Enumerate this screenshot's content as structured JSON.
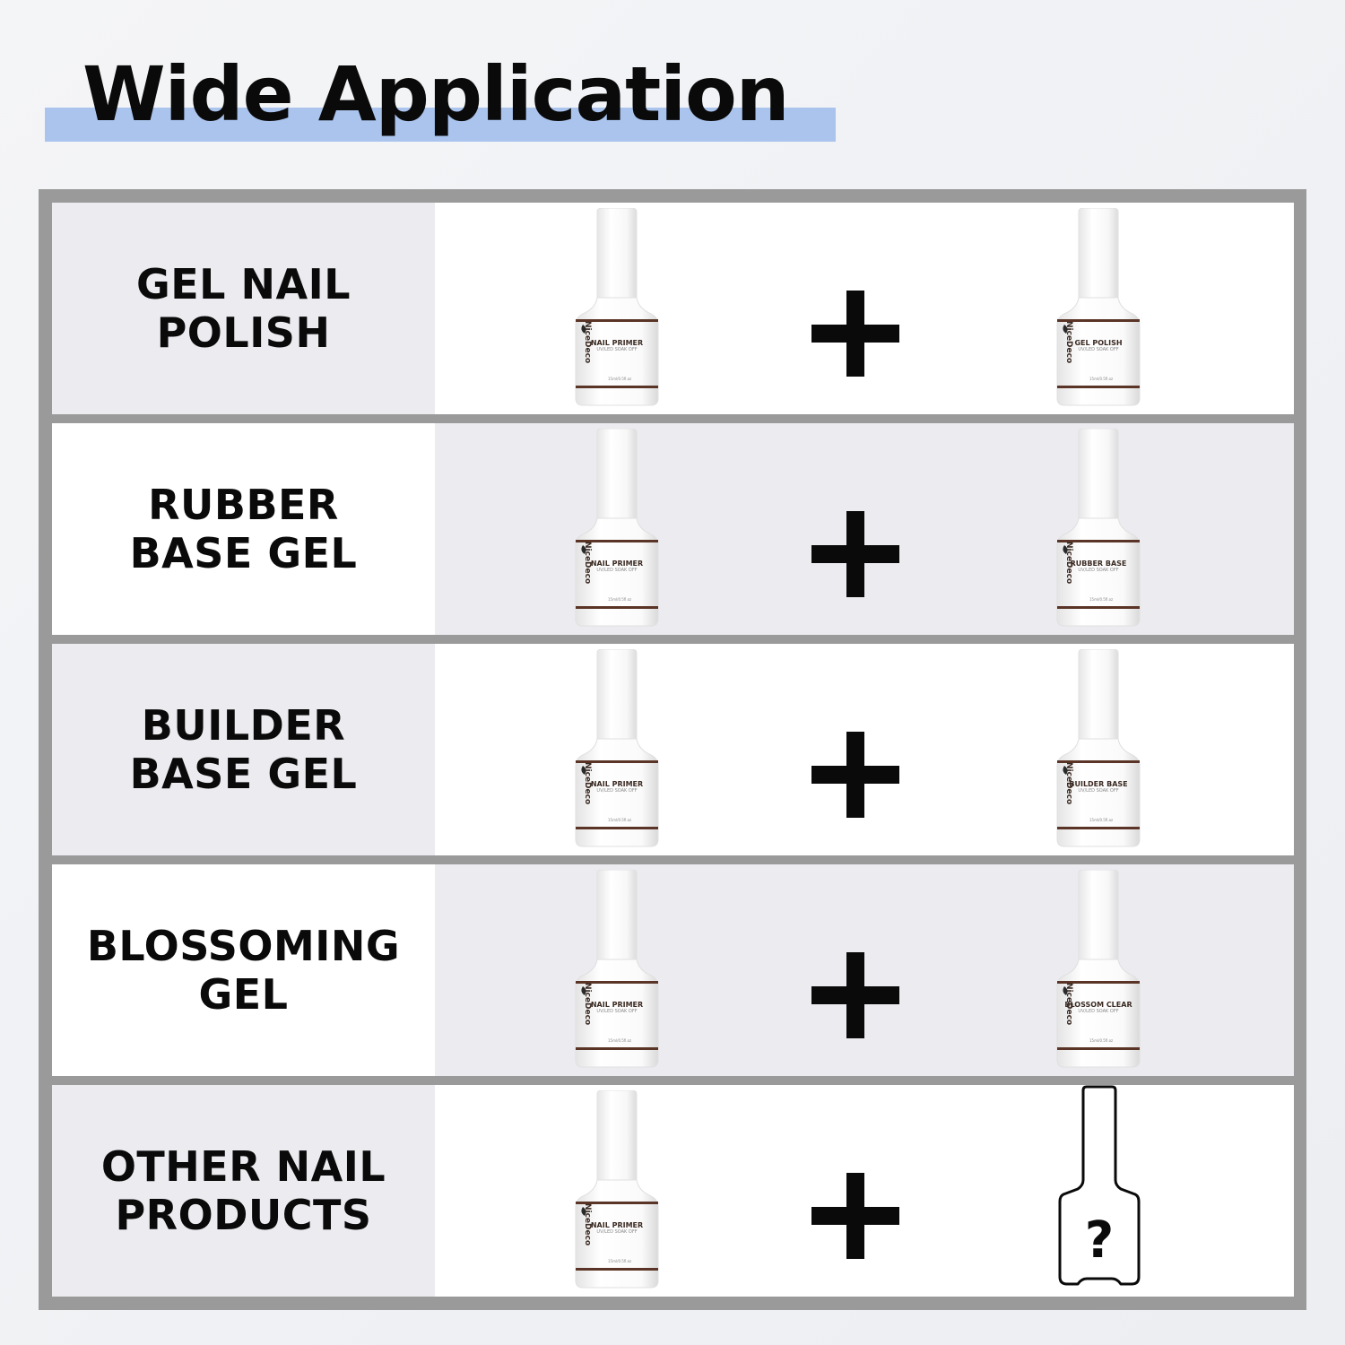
{
  "title": "Wide Application",
  "colors": {
    "highlight": "#aac4ee",
    "border": "#9a9a9a",
    "label_brown": "#5a3426"
  },
  "rows": [
    {
      "label": "GEL NAIL\nPOLISH",
      "left_bottle": {
        "name": "NAIL PRIMER",
        "sub": "UV/LED SOAK OFF",
        "vol": "15ml/0.5fl.oz"
      },
      "right_bottle": {
        "name": "GEL POLISH",
        "sub": "UV/LED SOAK OFF",
        "vol": "15ml/0.5fl.oz"
      }
    },
    {
      "label": "RUBBER\nBASE GEL",
      "left_bottle": {
        "name": "NAIL PRIMER",
        "sub": "UV/LED SOAK OFF",
        "vol": "15ml/0.5fl.oz"
      },
      "right_bottle": {
        "name": "RUBBER BASE",
        "sub": "UV/LED SOAK OFF",
        "vol": "15ml/0.5fl.oz"
      }
    },
    {
      "label": "BUILDER\nBASE GEL",
      "left_bottle": {
        "name": "NAIL PRIMER",
        "sub": "UV/LED SOAK OFF",
        "vol": "15ml/0.5fl.oz"
      },
      "right_bottle": {
        "name": "BUILDER BASE",
        "sub": "UV/LED SOAK OFF",
        "vol": "15ml/0.5fl.oz"
      }
    },
    {
      "label": "BLOSSOMING\nGEL",
      "left_bottle": {
        "name": "NAIL PRIMER",
        "sub": "UV/LED SOAK OFF",
        "vol": "15ml/0.5fl.oz"
      },
      "right_bottle": {
        "name": "BLOSSOM CLEAR",
        "sub": "UV/LED SOAK OFF",
        "vol": "15ml/0.5fl.oz"
      }
    },
    {
      "label": "OTHER NAIL\nPRODUCTS",
      "left_bottle": {
        "name": "NAIL PRIMER",
        "sub": "UV/LED SOAK OFF",
        "vol": "15ml/0.5fl.oz"
      },
      "right_bottle": {
        "mystery": "?"
      }
    }
  ],
  "brand": "NiceDeco",
  "icons": {
    "plus": "plus-icon",
    "mystery": "question-bottle-icon"
  }
}
